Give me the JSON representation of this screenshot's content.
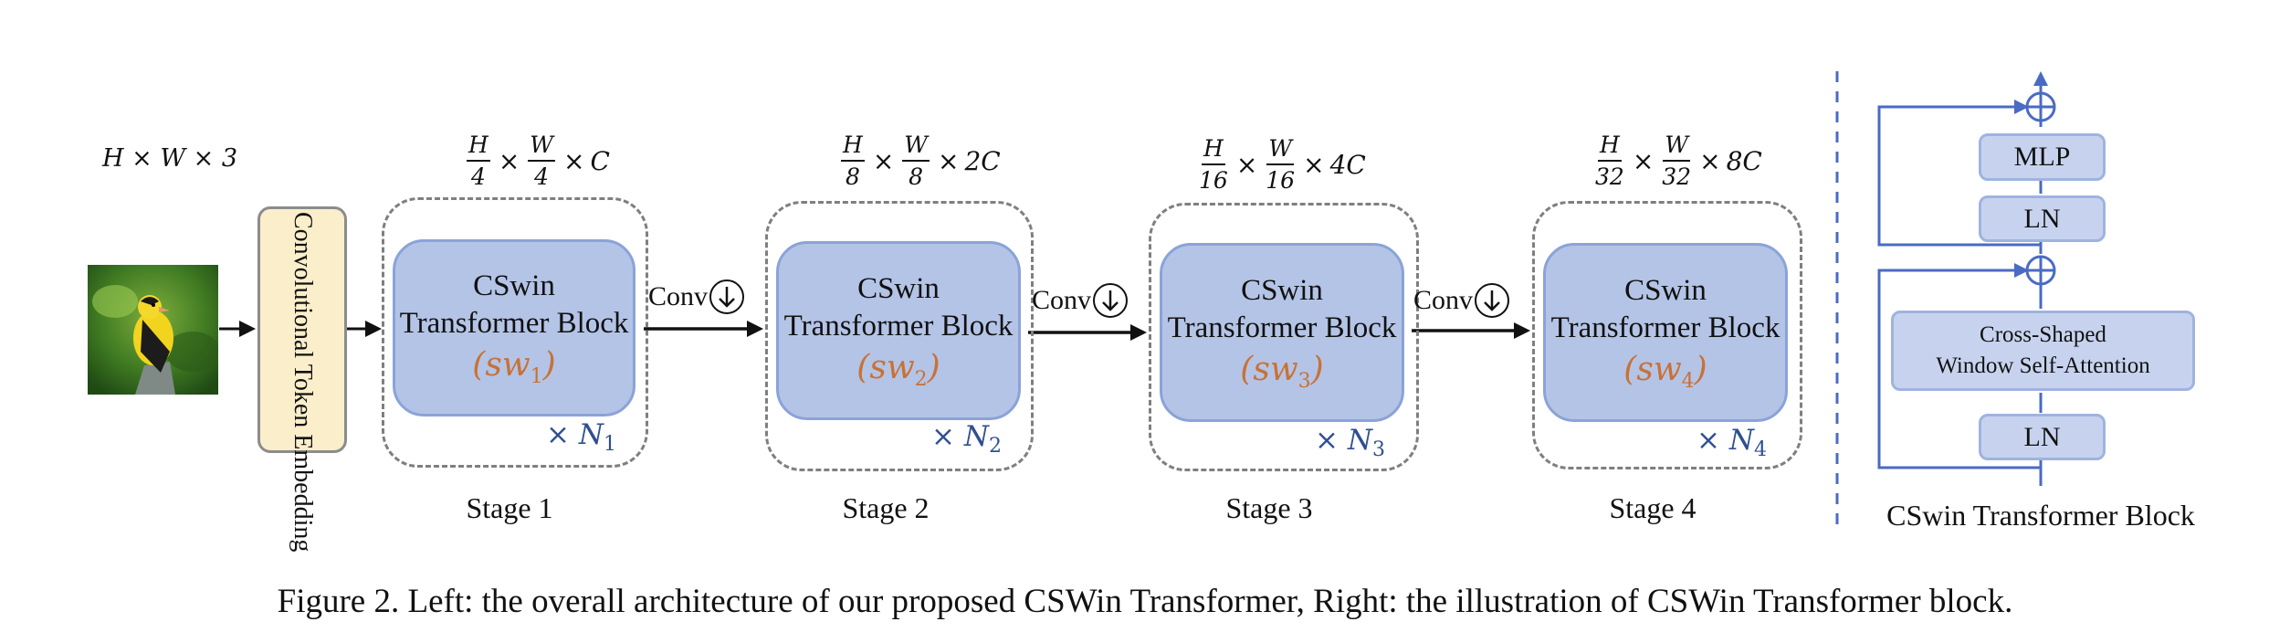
{
  "input": {
    "dims": "H × W × 3",
    "image_desc_icon": "bird-photo"
  },
  "embedding": {
    "label": "Convolutional Token Embedding"
  },
  "stages": [
    {
      "num": "H",
      "den": "4",
      "num2": "W",
      "den2": "4",
      "chan": "C",
      "block_line1": "CSwin",
      "block_line2": "Transformer Block",
      "sw": "sw",
      "sw_sub": "1",
      "n_sub": "1",
      "stage_label": "Stage 1"
    },
    {
      "num": "H",
      "den": "8",
      "num2": "W",
      "den2": "8",
      "chan": "2C",
      "block_line1": "CSwin",
      "block_line2": "Transformer Block",
      "sw": "sw",
      "sw_sub": "2",
      "n_sub": "2",
      "stage_label": "Stage 2"
    },
    {
      "num": "H",
      "den": "16",
      "num2": "W",
      "den2": "16",
      "chan": "4C",
      "block_line1": "CSwin",
      "block_line2": "Transformer Block",
      "sw": "sw",
      "sw_sub": "3",
      "n_sub": "3",
      "stage_label": "Stage 3"
    },
    {
      "num": "H",
      "den": "32",
      "num2": "W",
      "den2": "32",
      "chan": "8C",
      "block_line1": "CSwin",
      "block_line2": "Transformer Block",
      "sw": "sw",
      "sw_sub": "4",
      "n_sub": "4",
      "stage_label": "Stage 4"
    }
  ],
  "times_symbol": "×",
  "n_symbol": "× N",
  "conv_label": "Conv",
  "block_detail": {
    "mlp": "MLP",
    "ln_top": "LN",
    "attention_line1": "Cross-Shaped",
    "attention_line2": "Window Self-Attention",
    "ln_bottom": "LN",
    "title": "CSwin Transformer Block"
  },
  "caption": "Figure 2. Left: the overall architecture of our proposed CSWin Transformer, Right: the illustration of CSWin Transformer block.",
  "colors": {
    "block_fill": "#b4c4e6",
    "block_border": "#8aa3d8",
    "sw_text": "#c87137",
    "repeat_text": "#2f4f91",
    "embed_fill": "#fbeecb",
    "divider": "#4a6bc4",
    "detail_line": "#4a6bc4"
  }
}
